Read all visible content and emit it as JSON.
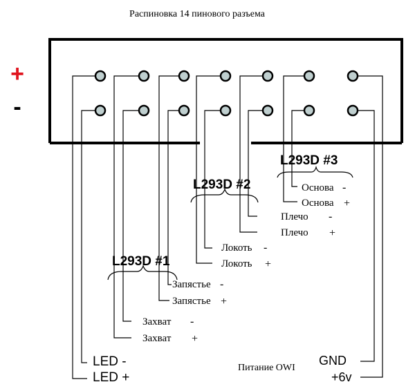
{
  "title": "Распиновка 14 пинового разъема",
  "polarity": {
    "plus": "+",
    "minus": "-"
  },
  "colors": {
    "plus": "#e0141e",
    "ink": "#000000",
    "pin_fill": "#bfcfcf",
    "background": "#ffffff"
  },
  "connector": {
    "pins_per_row": 7,
    "rows": 2
  },
  "chips": {
    "chip1": "L293D #1",
    "chip2": "L293D #2",
    "chip3": "L293D #3"
  },
  "labels": {
    "osnova_minus": "Основа",
    "osnova_minus_sign": "-",
    "osnova_plus": "Основа",
    "osnova_plus_sign": "+",
    "plecho_minus": "Плечо",
    "plecho_minus_sign": "-",
    "plecho_plus": "Плечо",
    "plecho_plus_sign": "+",
    "lokot_minus": "Локоть",
    "lokot_minus_sign": "-",
    "lokot_plus": "Локоть",
    "lokot_plus_sign": "+",
    "zapyastye_minus": "Запястье",
    "zapyastye_minus_sign": "-",
    "zapyastye_plus": "Запястье",
    "zapyastye_plus_sign": "+",
    "zakhvat_minus": "Захват",
    "zakhvat_minus_sign": "-",
    "zakhvat_plus": "Захват",
    "zakhvat_plus_sign": "+",
    "led_minus": "LED -",
    "led_plus": "LED +",
    "power_owi": "Питание OWI",
    "gnd": "GND",
    "plus6v": "+6v"
  }
}
